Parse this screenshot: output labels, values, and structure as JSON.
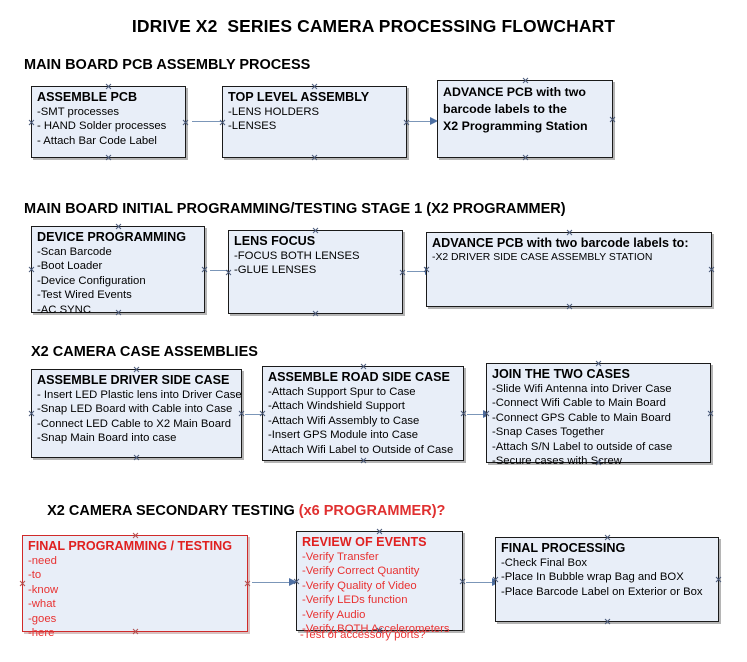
{
  "document": {
    "title": "IDRIVE X2  SERIES CAMERA PROCESSING FLOWCHART",
    "accent_red": "#e02020",
    "box_fill": "#e8eef8",
    "box_border": "#1a1a1a",
    "arrow_color": "#7b96b8"
  },
  "sections": [
    {
      "id": "main-board-pcb-assembly",
      "heading": "MAIN BOARD PCB ASSEMBLY PROCESS",
      "heading_accent": "",
      "nodes": [
        {
          "id": "assemble-pcb",
          "title": "ASSEMBLE PCB",
          "lines": [
            "-SMT processes",
            "- HAND Solder processes",
            "- Attach Bar Code Label"
          ],
          "style": "normal"
        },
        {
          "id": "top-level-assembly",
          "title": "TOP LEVEL ASSEMBLY",
          "lines": [
            "-LENS HOLDERS",
            "-LENSES"
          ],
          "style": "normal"
        },
        {
          "id": "advance-pcb-to-programming-station",
          "title": "ADVANCE PCB with two",
          "lines": [
            "barcode labels to the",
            " X2 Programming Station"
          ],
          "style": "bold-body"
        }
      ]
    },
    {
      "id": "main-board-initial-programming",
      "heading": "MAIN BOARD INITIAL PROGRAMMING/TESTING STAGE 1 (X2 PROGRAMMER)",
      "heading_accent": "",
      "nodes": [
        {
          "id": "device-programming",
          "title": "DEVICE PROGRAMMING",
          "lines": [
            "-Scan Barcode",
            "-Boot Loader",
            "-Device Configuration",
            "-Test Wired Events",
            "-AC SYNC"
          ],
          "style": "normal"
        },
        {
          "id": "lens-focus",
          "title": "LENS FOCUS",
          "lines": [
            "-FOCUS BOTH LENSES",
            "-GLUE LENSES"
          ],
          "style": "normal"
        },
        {
          "id": "advance-pcb-to-driver-side-case-station",
          "title": "ADVANCE PCB with two barcode labels to:",
          "lines": [
            "-X2 DRIVER  SIDE  CASE  ASSEMBLY STATION"
          ],
          "style": "small-body"
        }
      ]
    },
    {
      "id": "x2-camera-case-assemblies",
      "heading": "X2 CAMERA CASE ASSEMBLIES",
      "heading_accent": "",
      "nodes": [
        {
          "id": "assemble-driver-side-case",
          "title": "ASSEMBLE DRIVER SIDE CASE",
          "lines": [
            "- Insert LED Plastic lens into Driver Case",
            "-Snap LED Board with Cable into Case",
            "-Connect LED Cable to X2 Main Board",
            "-Snap Main Board into case"
          ],
          "style": "normal"
        },
        {
          "id": "assemble-road-side-case",
          "title": "ASSEMBLE ROAD SIDE CASE",
          "lines": [
            "-Attach Support Spur to Case",
            "-Attach Windshield Support",
            "-Attach Wifi Assembly to Case",
            "-Insert GPS Module into Case",
            "-Attach Wifi Label to Outside of Case"
          ],
          "style": "normal"
        },
        {
          "id": "join-the-two-cases",
          "title": "JOIN THE TWO CASES",
          "lines": [
            "-Slide Wifi Antenna into Driver Case",
            "-Connect Wifi Cable to Main Board",
            "-Connect GPS Cable to Main Board",
            "-Snap Cases Together",
            "-Attach S/N Label to outside of case",
            "-Secure cases with Screw"
          ],
          "style": "normal"
        }
      ]
    },
    {
      "id": "x2-camera-secondary-testing",
      "heading": "X2 CAMERA SECONDARY TESTING ",
      "heading_accent": "(x6 PROGRAMMER)?",
      "nodes": [
        {
          "id": "final-programming-testing",
          "title": "FINAL PROGRAMMING / TESTING",
          "lines": [
            "-need",
            "-to",
            "-know",
            "-what",
            "-goes",
            "-here"
          ],
          "style": "red"
        },
        {
          "id": "review-of-events",
          "title": "REVIEW OF EVENTS",
          "lines": [
            "-Verify Transfer",
            "-Verify Correct Quantity",
            "-Verify Quality of Video",
            "-Verify LEDs function",
            "-Verify Audio",
            "-Verify BOTH Accelerometers"
          ],
          "overflow_line": "-Test of accessory ports?",
          "style": "red-title"
        },
        {
          "id": "final-processing",
          "title": "FINAL PROCESSING",
          "lines": [
            " -Check Final Box",
            "-Place In Bubble wrap Bag and BOX",
            "-Place Barcode Label on Exterior or Box"
          ],
          "style": "normal"
        }
      ]
    }
  ]
}
